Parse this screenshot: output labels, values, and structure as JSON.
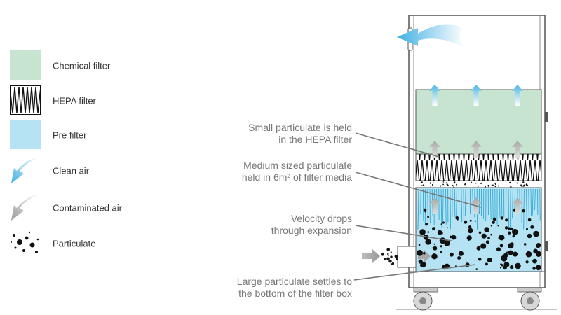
{
  "legend": {
    "items": [
      {
        "label": "Chemical filter",
        "icon": "chemical-filter-swatch-icon"
      },
      {
        "label": "HEPA filter",
        "icon": "hepa-filter-swatch-icon"
      },
      {
        "label": "Pre filter",
        "icon": "pre-filter-swatch-icon"
      },
      {
        "label": "Clean air",
        "icon": "clean-air-arrow-icon"
      },
      {
        "label": "Contaminated air",
        "icon": "contaminated-air-arrow-icon"
      },
      {
        "label": "Particulate",
        "icon": "particulate-dots-icon"
      }
    ]
  },
  "annotations": [
    {
      "line1": "Small particulate is held",
      "line2": "in the HEPA filter"
    },
    {
      "line1": "Medium sized particulate",
      "line2": "held in 6m² of filter media"
    },
    {
      "line1": "Velocity drops",
      "line2": "through expansion"
    },
    {
      "line1": "Large particulate settles to",
      "line2": "the bottom of the filter box"
    }
  ],
  "colors": {
    "chemical_filter": "#c6e4cf",
    "pre_filter": "#b5e3f3",
    "pre_filter_line": "#2fa8d5",
    "clean_air": "#4cb6e4",
    "contaminated_air": "#b9b9b9",
    "particulate": "#111111",
    "housing_stroke": "#555555",
    "leader_line": "#777777"
  }
}
